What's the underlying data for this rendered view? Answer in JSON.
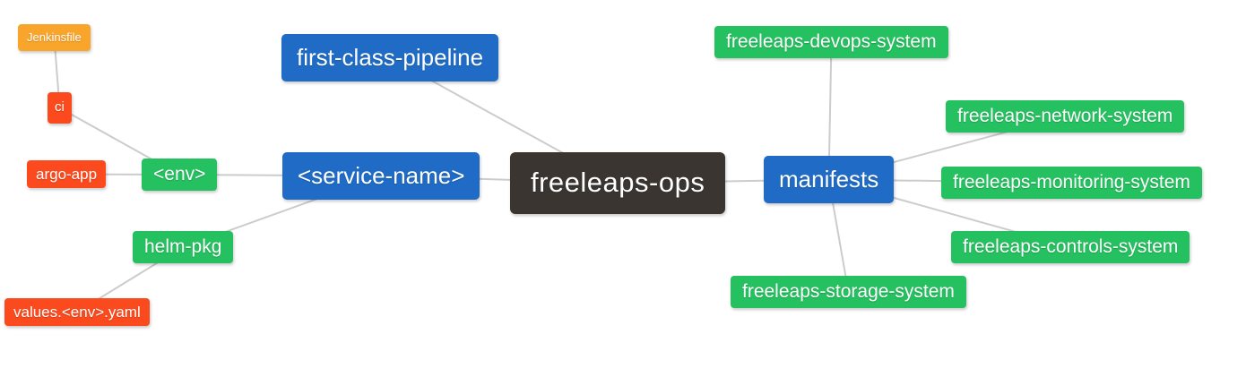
{
  "diagram": {
    "type": "mindmap",
    "background": "#ffffff"
  },
  "palette": {
    "root": "#3a3531",
    "primary": "#1f6bc5",
    "secondary": "#25c05f",
    "leaf_red": "#fa4a1e",
    "leaf_orange": "#f9a42b",
    "edge": "#cccccc",
    "node_text": "#ffffff"
  },
  "nodes": [
    {
      "id": "freeleaps-ops",
      "label": "freeleaps-ops",
      "color": "root"
    },
    {
      "id": "first-class-pipeline",
      "label": "first-class-pipeline",
      "color": "primary"
    },
    {
      "id": "service-name",
      "label": "<service-name>",
      "color": "primary"
    },
    {
      "id": "env",
      "label": "<env>",
      "color": "secondary"
    },
    {
      "id": "ci",
      "label": "ci",
      "color": "leaf_red"
    },
    {
      "id": "jenkinsfile",
      "label": "Jenkinsfile",
      "color": "leaf_orange"
    },
    {
      "id": "argo-app",
      "label": "argo-app",
      "color": "leaf_red"
    },
    {
      "id": "helm-pkg",
      "label": "helm-pkg",
      "color": "secondary"
    },
    {
      "id": "values-env-yaml",
      "label": "values.<env>.yaml",
      "color": "leaf_red"
    },
    {
      "id": "manifests",
      "label": "manifests",
      "color": "primary"
    },
    {
      "id": "devops-system",
      "label": "freeleaps-devops-system",
      "color": "secondary"
    },
    {
      "id": "network-system",
      "label": "freeleaps-network-system",
      "color": "secondary"
    },
    {
      "id": "monitoring-system",
      "label": "freeleaps-monitoring-system",
      "color": "secondary"
    },
    {
      "id": "controls-system",
      "label": "freeleaps-controls-system",
      "color": "secondary"
    },
    {
      "id": "storage-system",
      "label": "freeleaps-storage-system",
      "color": "secondary"
    }
  ],
  "edges": [
    [
      "ci",
      "jenkinsfile"
    ],
    [
      "env",
      "ci"
    ],
    [
      "env",
      "argo-app"
    ],
    [
      "service-name",
      "env"
    ],
    [
      "service-name",
      "helm-pkg"
    ],
    [
      "helm-pkg",
      "values-env-yaml"
    ],
    [
      "freeleaps-ops",
      "first-class-pipeline"
    ],
    [
      "freeleaps-ops",
      "service-name"
    ],
    [
      "freeleaps-ops",
      "manifests"
    ],
    [
      "manifests",
      "devops-system"
    ],
    [
      "manifests",
      "network-system"
    ],
    [
      "manifests",
      "monitoring-system"
    ],
    [
      "manifests",
      "controls-system"
    ],
    [
      "manifests",
      "storage-system"
    ]
  ]
}
